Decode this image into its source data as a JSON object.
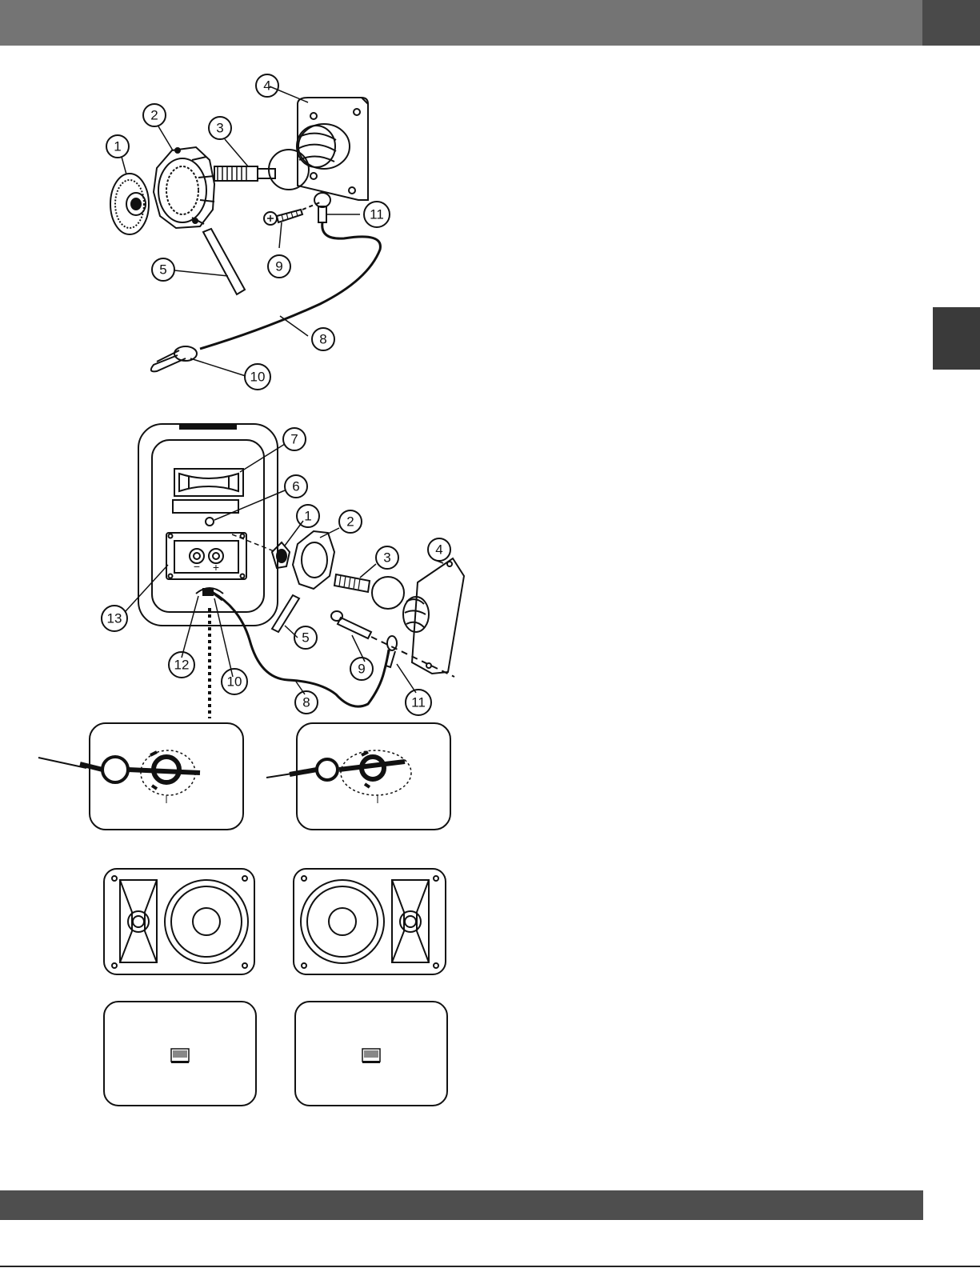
{
  "callouts_top": [
    {
      "label": "1"
    },
    {
      "label": "2"
    },
    {
      "label": "3"
    },
    {
      "label": "4"
    },
    {
      "label": "5"
    },
    {
      "label": "9"
    },
    {
      "label": "11"
    },
    {
      "label": "8"
    },
    {
      "label": "10"
    }
  ],
  "callouts_mid": [
    {
      "label": "7"
    },
    {
      "label": "6"
    },
    {
      "label": "1"
    },
    {
      "label": "2"
    },
    {
      "label": "3"
    },
    {
      "label": "4"
    },
    {
      "label": "13"
    },
    {
      "label": "5"
    },
    {
      "label": "12"
    },
    {
      "label": "9"
    },
    {
      "label": "10"
    },
    {
      "label": "8"
    },
    {
      "label": "11"
    }
  ],
  "terminal_labels": {
    "minus": "−",
    "plus": "+"
  },
  "colors": {
    "header": "#747474",
    "header_corner": "#4a4a4a",
    "side_tab": "#3a3a3a",
    "footer": "#4e4e4e"
  }
}
